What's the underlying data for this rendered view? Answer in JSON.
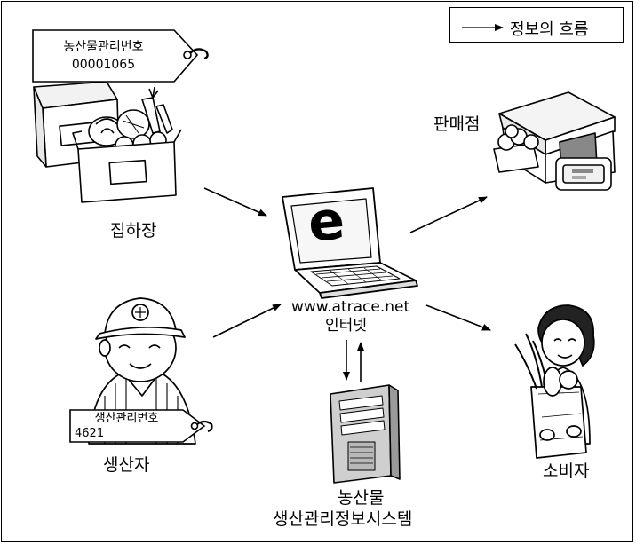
{
  "legend": {
    "label": "정보의 흐름"
  },
  "tags": {
    "collection": {
      "title": "농산물관리번호",
      "number": "00001065"
    },
    "producer": {
      "title": "생산관리번호",
      "number": "4621"
    }
  },
  "nodes": {
    "collection": "집하장",
    "retailer": "판매점",
    "producer": "생산자",
    "consumer": "소비자",
    "system_line1": "농산물",
    "system_line2": "생산관리정보시스템"
  },
  "internet": {
    "url": "www.atrace.net",
    "label": "인터넷",
    "laptop_letter": "e"
  }
}
